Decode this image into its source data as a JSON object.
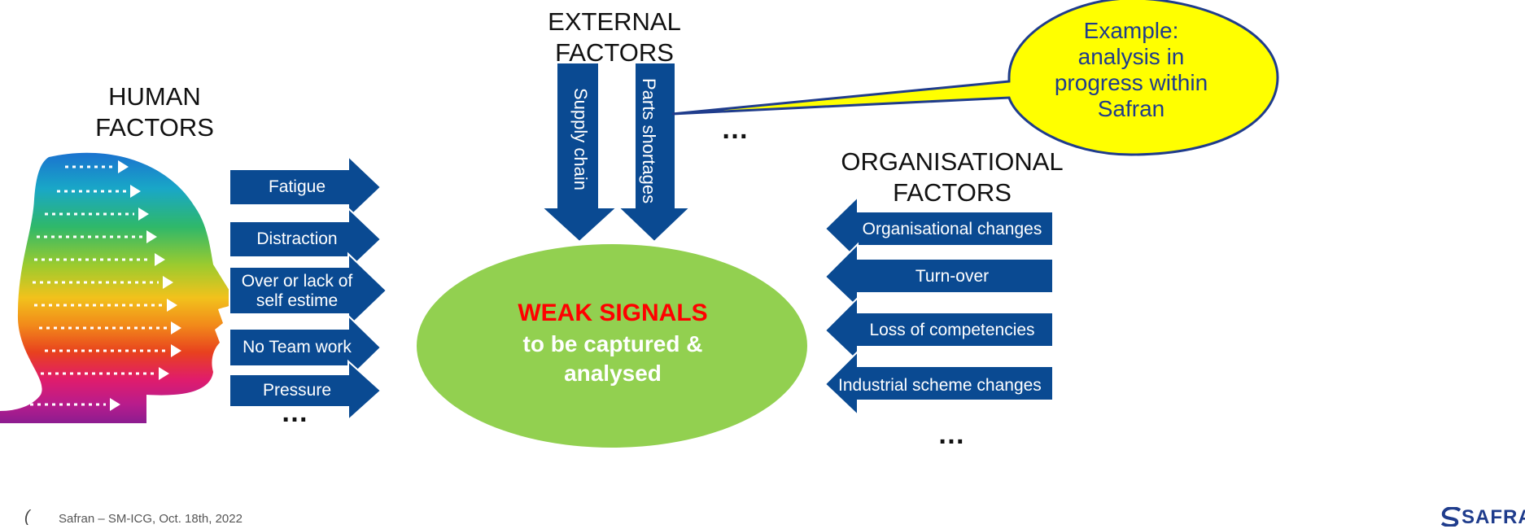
{
  "human_factors": {
    "title": "HUMAN\nFACTORS",
    "items": [
      "Fatigue",
      "Distraction",
      "Over or lack of self estime",
      "No Team work",
      "Pressure"
    ],
    "more": "…"
  },
  "external_factors": {
    "title": "EXTERNAL\nFACTORS",
    "items": [
      "Supply chain",
      "Parts shortages"
    ],
    "more": "…"
  },
  "organisational_factors": {
    "title": "ORGANISATIONAL\nFACTORS",
    "items": [
      "Organisational changes",
      "Turn-over",
      "Loss of competencies",
      "Industrial scheme changes"
    ],
    "more": "…"
  },
  "center": {
    "title": "WEAK SIGNALS",
    "subtitle": "to be captured & analysed"
  },
  "callout": {
    "text": "Example: analysis in progress within Safran"
  },
  "footer": {
    "page": "(",
    "text": "Safran – SM-ICG, Oct. 18th, 2022",
    "logo": "SAFRAN"
  },
  "colors": {
    "arrow_fill": "#0a4a92",
    "arrow_border": "#ffffff",
    "ellipse": "#92d050",
    "weak_signals": "#ff0000",
    "callout_fill": "#ffff00",
    "callout_text": "#1f3c8c",
    "logo": "#1f3c8c"
  },
  "icons": [
    "rainbow-head-profile-icon",
    "safran-logo-icon"
  ]
}
